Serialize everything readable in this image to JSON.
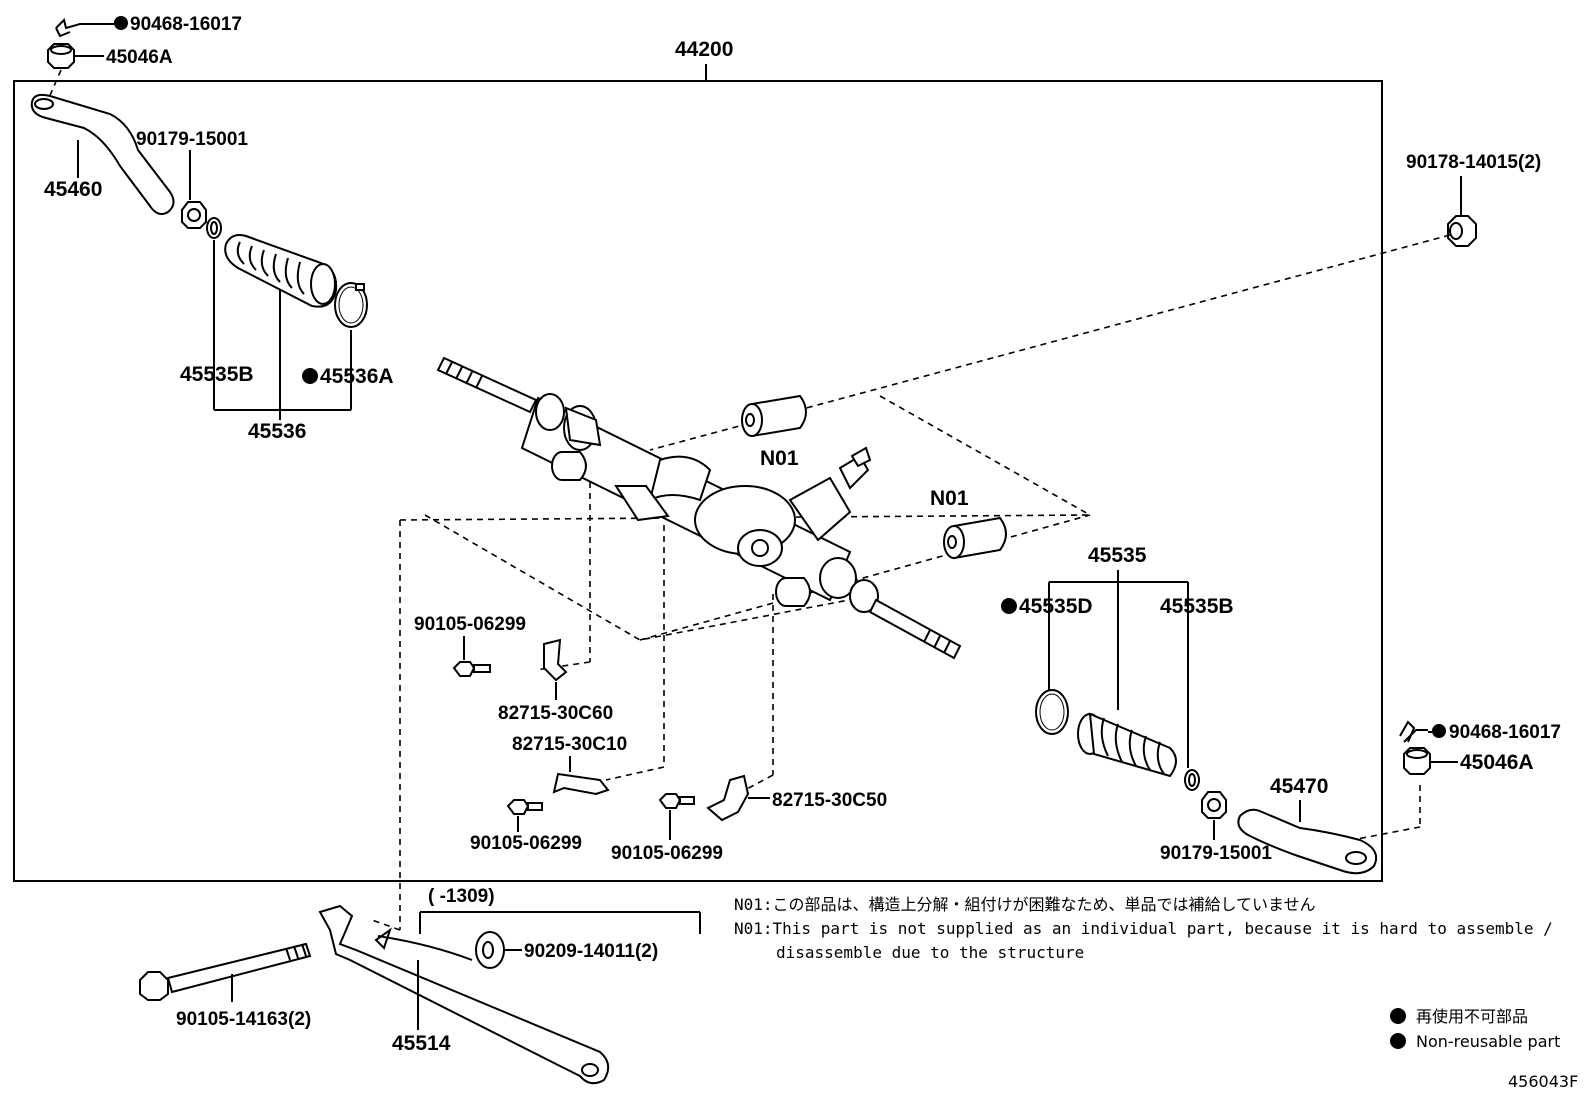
{
  "diagram": {
    "assembly_number": "44200",
    "labels": {
      "clip_top": "90468-16017",
      "nut_top": "45046A",
      "tie_rod_end_left": "45460",
      "lock_nut_left": "90179-15001",
      "clip_boot_left": "45535B",
      "clamp_boot_left": "45536A",
      "boot_left": "45536",
      "bushing_right_top": "90178-14015(2)",
      "n01_upper": "N01",
      "n01_lower": "N01",
      "bolt_a": "90105-06299",
      "bracket_a": "82715-30C60",
      "bracket_b": "82715-30C10",
      "bolt_b": "90105-06299",
      "bolt_c": "90105-06299",
      "bracket_c": "82715-30C50",
      "boot_right_group": "45535",
      "clamp_boot_right": "45535D",
      "clip_boot_right": "45535B",
      "clip_right": "90468-16017",
      "nut_right": "45046A",
      "tie_rod_end_right": "45470",
      "lock_nut_right": "90179-15001",
      "date_range": "(   -1309)",
      "washer": "90209-14011(2)",
      "long_bolt": "90105-14163(2)",
      "stabilizer_bracket": "45514"
    },
    "notes": {
      "line1": "N01:この部品は、構造上分解・組付けが困難なため、単品では補給していません",
      "line2": "N01:This part is not supplied as an individual part, because it is hard to assemble /",
      "line3": "disassemble due to the structure"
    },
    "legend": {
      "jp": "再使用不可部品",
      "en": "Non-reusable part"
    },
    "figure_id": "456043F"
  }
}
